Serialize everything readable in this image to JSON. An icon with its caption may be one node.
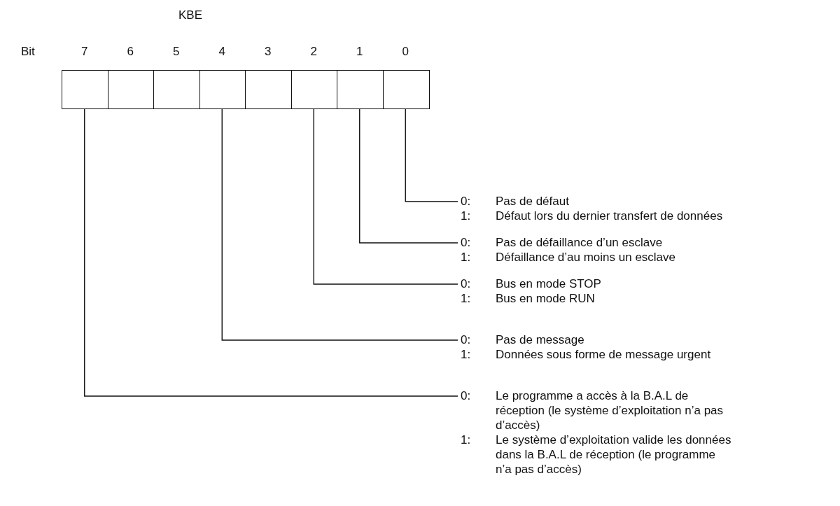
{
  "diagram": {
    "title": "KBE",
    "nodes": [
      {
        "text": [],
        "shape": "box"
      },
      {
        "text": [],
        "shape": "box"
      },
      {
        "text": [],
        "shape": "box"
      },
      {
        "text": [],
        "shape": "box"
      },
      {
        "text": [],
        "shape": "box"
      },
      {
        "text": [],
        "shape": "box"
      },
      {
        "text": [],
        "shape": "box"
      },
      {
        "text": [],
        "shape": "box"
      },
      {
        "text": [
          "0:",
          "Pas de défaut",
          "1:",
          "Défaut lors du dernier transfert de données"
        ]
      },
      {
        "text": [
          "0:",
          "Pas de défaillance d’un esclave",
          "1:",
          "Défaillance d’au moins un esclave"
        ]
      },
      {
        "text": [
          "0:",
          "Bus en mode STOP",
          "1:",
          "Bus en mode RUN"
        ]
      },
      {
        "text": [
          "0:",
          "Pas de message",
          "1:",
          "Données sous forme de message urgent"
        ]
      },
      {
        "text": [
          "0:",
          "Le programme a accès à la B.A.L de réception (le système d’exploitation n’a pas d’accès)",
          "1:",
          "Le système d’exploitation valide les données dans la B.A.L de réception (le programme n’a pas d’accès)"
        ]
      }
    ],
    "edges": [
      {
        "from": 7,
        "to": 8,
        "arrow": "none"
      },
      {
        "from": 6,
        "to": 9,
        "arrow": "none"
      },
      {
        "from": 5,
        "to": 10,
        "arrow": "none"
      },
      {
        "from": 3,
        "to": 11,
        "arrow": "none"
      },
      {
        "from": 0,
        "to": 12,
        "arrow": "none"
      }
    ],
    "labels": [
      "Bit",
      "7",
      "6",
      "5",
      "4",
      "3",
      "2",
      "1",
      "0"
    ]
  }
}
